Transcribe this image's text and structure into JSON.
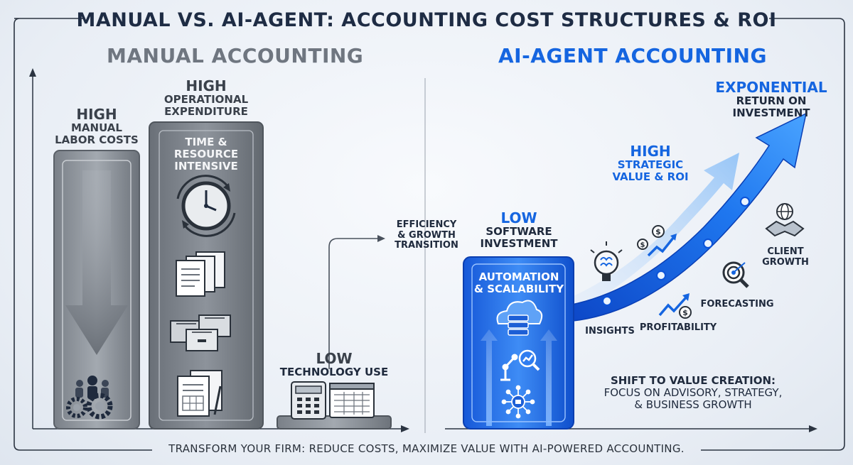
{
  "title": "MANUAL VS. AI-AGENT: ACCOUNTING COST STRUCTURES & ROI",
  "manual": {
    "heading": "MANUAL ACCOUNTING",
    "labor": {
      "level": "HIGH",
      "line1": "MANUAL",
      "line2": "LABOR COSTS"
    },
    "opex": {
      "level": "HIGH",
      "line1": "OPERATIONAL",
      "line2": "EXPENDITURE",
      "inner1": "TIME &",
      "inner2": "RESOURCE",
      "inner3": "INTENSIVE"
    },
    "tech": {
      "level": "LOW",
      "label": "TECHNOLOGY USE"
    }
  },
  "transition": {
    "line1": "EFFICIENCY",
    "line2": "& GROWTH",
    "line3": "TRANSITION"
  },
  "ai": {
    "heading": "AI-AGENT ACCOUNTING",
    "software": {
      "level": "LOW",
      "line1": "SOFTWARE",
      "line2": "INVESTMENT",
      "inner1": "AUTOMATION",
      "inner2": "& SCALABILITY"
    },
    "roi": {
      "level": "EXPONENTIAL",
      "line1": "RETURN ON",
      "line2": "INVESTMENT"
    },
    "strategic": {
      "level": "HIGH",
      "line1": "STRATEGIC",
      "line2": "VALUE & ROI"
    },
    "milestones": [
      "INSIGHTS",
      "PROFITABILITY",
      "FORECASTING",
      "CLIENT",
      "GROWTH"
    ],
    "shift": {
      "line1": "SHIFT TO VALUE CREATION:",
      "line2": "FOCUS ON ADVISORY, STRATEGY,",
      "line3": "& BUSINESS GROWTH"
    }
  },
  "footer": "TRANSFORM YOUR FIRM: REDUCE COSTS, MAXIMIZE VALUE WITH AI-POWERED ACCOUNTING.",
  "colors": {
    "accent": "#1565e0",
    "dark": "#1e2c44",
    "gray": "#6f7680"
  }
}
